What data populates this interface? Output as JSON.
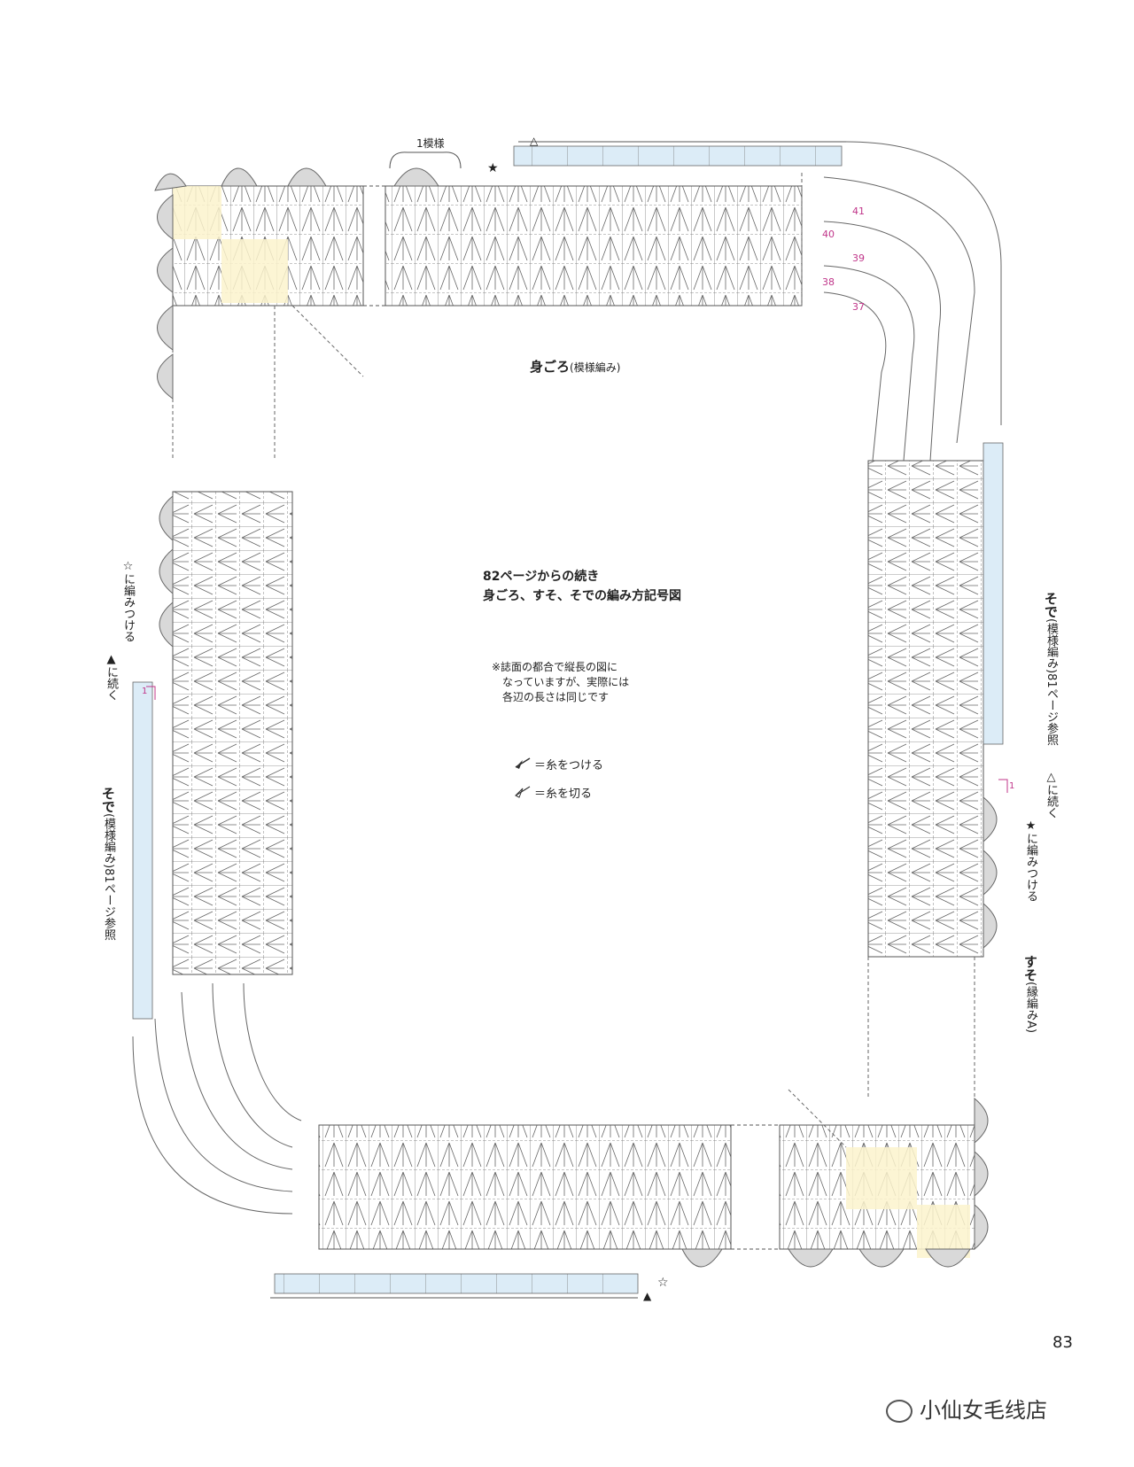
{
  "labels": {
    "pattern_repeat": "1模様",
    "star_black": "★",
    "triangle_white": "△",
    "triangle_black": "▲",
    "star_white": "☆",
    "body_title": "身ごろ",
    "body_sub": "(模様編み)",
    "center_line1": "82ページからの続き",
    "center_line2": "身ごろ、すそ、そでの編み方記号図",
    "note_line1": "※誌面の都合で縦長の図に",
    "note_line2": "なっていますが、実際には",
    "note_line3": "各辺の長さは同じです",
    "legend_attach": "＝糸をつける",
    "legend_cut": "＝糸を切る",
    "left_attach": "☆に編みつける",
    "left_continue": "▲に続く",
    "left_sleeve_title": "そで",
    "left_sleeve_sub": "(模様編み)81ページ参照",
    "right_sleeve_title": "そで",
    "right_sleeve_sub": "(模様編み)81ページ参照",
    "right_continue": "△に続く",
    "right_attach": "★に編みつける",
    "hem_title": "すそ",
    "hem_sub": "(縁編みA)",
    "page_number": "83",
    "brand": "小仙女毛线店"
  },
  "row_numbers": [
    "41",
    "40",
    "39",
    "38",
    "37"
  ],
  "arrow_marks": [
    "1",
    "1"
  ],
  "colors": {
    "line": "#555555",
    "light_blue": "#dcecf7",
    "light_yellow": "#fbf3cc",
    "gray_fill": "#d9d9d9",
    "row_number": "#c0368a"
  }
}
